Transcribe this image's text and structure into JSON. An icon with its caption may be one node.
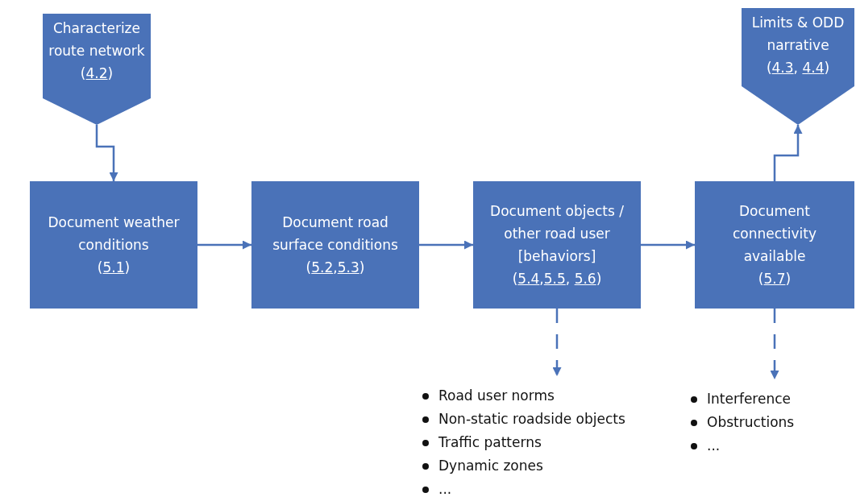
{
  "diagram": {
    "nodes": [
      {
        "text": [
          "Characterize route network",
          "(4.2)"
        ]
      },
      {
        "text": [
          "Limits & ODD narrative",
          "(4.3, 4.4)"
        ]
      },
      {
        "text": [
          "Document weather conditions",
          "(5.1)"
        ]
      },
      {
        "text": [
          "Document road surface conditions",
          "(5.2,5.3)"
        ]
      },
      {
        "text": [
          "Document objects / other road user [behaviors]",
          "(5.4,5.5, 5.6)"
        ]
      },
      {
        "text": [
          "Document connectivity available",
          "(5.7)"
        ]
      },
      {
        "text": [
          "Road user norms",
          "Non-static roadside objects",
          "Traffic patterns",
          "Dynamic zones",
          "..."
        ]
      },
      {
        "text": [
          "Interference",
          "Obstructions",
          "..."
        ]
      }
    ],
    "edges": [
      {
        "from": 0,
        "to": 2,
        "arrow": "to"
      },
      {
        "from": 2,
        "to": 3,
        "arrow": "to"
      },
      {
        "from": 3,
        "to": 4,
        "arrow": "to"
      },
      {
        "from": 4,
        "to": 5,
        "arrow": "to"
      },
      {
        "from": 5,
        "to": 1,
        "arrow": "to"
      },
      {
        "from": 4,
        "to": 6,
        "arrow": "to",
        "style": "dashed"
      },
      {
        "from": 5,
        "to": 7,
        "arrow": "to",
        "style": "dashed"
      }
    ]
  }
}
